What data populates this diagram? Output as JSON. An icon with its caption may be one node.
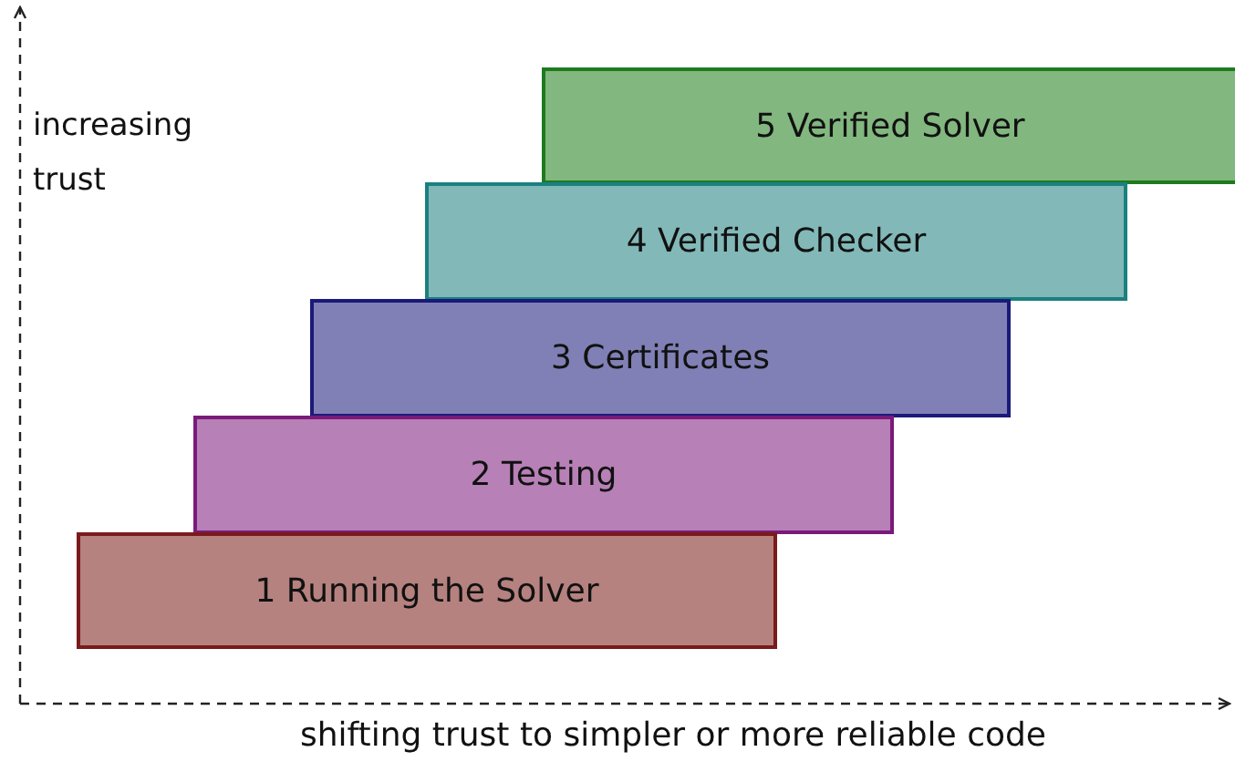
{
  "diagram": {
    "nodes": [
      {
        "text": [
          "5 Verified Solver"
        ]
      },
      {
        "text": [
          "4 Verified Checker"
        ]
      },
      {
        "text": [
          "3 Certificates"
        ]
      },
      {
        "text": [
          "2 Testing"
        ]
      },
      {
        "text": [
          "1 Running the Solver"
        ]
      }
    ],
    "labels": [
      "increasing trust",
      "shifting trust to simpler or more reliable code"
    ]
  }
}
